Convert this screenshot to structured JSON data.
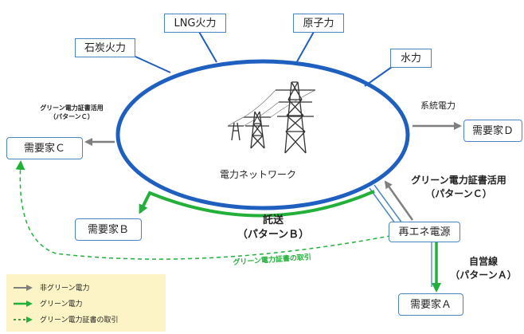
{
  "sources": {
    "coal": "石炭火力",
    "lng": "LNG火力",
    "nuclear": "原子力",
    "hydro": "水力"
  },
  "network_label": "電力ネットワーク",
  "grid_power_label": "系統電力",
  "consumers": {
    "c": "需要家Ｃ",
    "b": "需要家Ｂ",
    "d": "需要家Ｄ",
    "a": "需要家Ａ"
  },
  "renewable_source": "再エネ電源",
  "patterns": {
    "c_left_line1": "グリーン電力証書活用",
    "c_left_line2": "（パターンＣ）",
    "c_right_line1": "グリーン電力証書活用",
    "c_right_line2": "（パターンＣ）",
    "b_line1": "託送",
    "b_line2": "（パターンＢ）",
    "a_line1": "自営線",
    "a_line2": "（パターンＡ）"
  },
  "certificate_trade_label": "グリーン電力証書の取引",
  "legend": {
    "non_green": "非グリーン電力",
    "green": "グリーン電力",
    "certificate": "グリーン電力証書の取引"
  },
  "colors": {
    "network_blue": "#1f5fbf",
    "box_border": "#4a86c5",
    "green": "#22b03a",
    "gray_arrow": "#7f7f7f",
    "legend_bg": "#fcf4c6"
  }
}
